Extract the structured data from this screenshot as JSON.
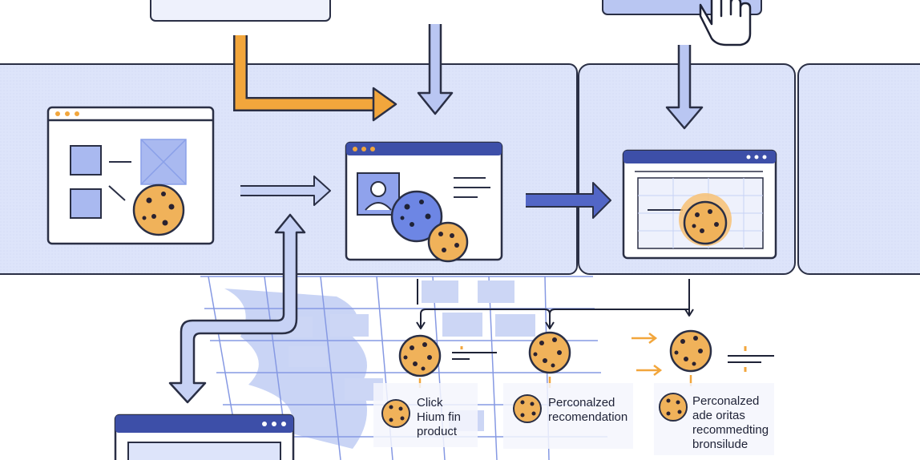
{
  "colors": {
    "band": "#dde4fa",
    "band_stroke": "#2a2f45",
    "window_chrome": "#3d4fa8",
    "window_body": "#ffffff",
    "accent_blue": "#7a8fe0",
    "accent_blue_light": "#c7d2f5",
    "accent_orange": "#f2a63c",
    "cookie": "#f0b25a",
    "cookie_dark": "#2a2230",
    "ink": "#1e2236",
    "map_blue": "#8aa4ea"
  },
  "captions": {
    "click": "Click\nHium fin\nproduct",
    "personalized_1": "Perconalzed\nrecomendation",
    "personalized_2": "Perconalzed\nade oritas\nrecommedting\nbronsilude"
  },
  "icons": [
    "cookie-icon",
    "hand-cursor-icon",
    "user-avatar-icon",
    "image-placeholder-icon",
    "arrow-right-icon",
    "arrow-down-icon"
  ]
}
